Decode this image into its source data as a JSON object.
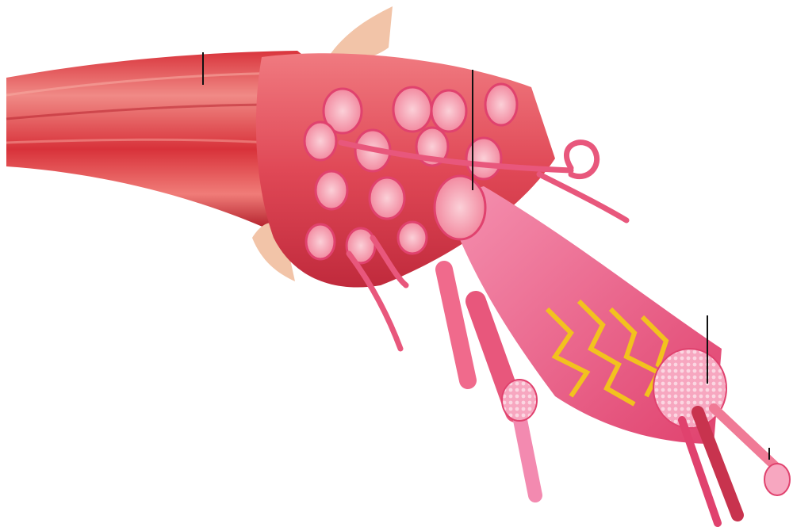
{
  "diagram": {
    "subject": "muscle-structure-illustration",
    "colors": {
      "background": "#ffffff",
      "muscle_dark": "#c8202e",
      "muscle_mid": "#e04a52",
      "muscle_light": "#f08a86",
      "fascicle": "#e85a66",
      "fiber_pink": "#f06a8c",
      "myofibril": "#f38ab0",
      "sheath_beige": "#f2c4a8",
      "reticulum_yellow": "#f2c21e",
      "leader_line": "#111111"
    },
    "leader_lines": [
      {
        "name": "leader-line-muscle"
      },
      {
        "name": "leader-line-fascicle"
      },
      {
        "name": "leader-line-fiber"
      },
      {
        "name": "leader-line-myofibril"
      }
    ]
  }
}
